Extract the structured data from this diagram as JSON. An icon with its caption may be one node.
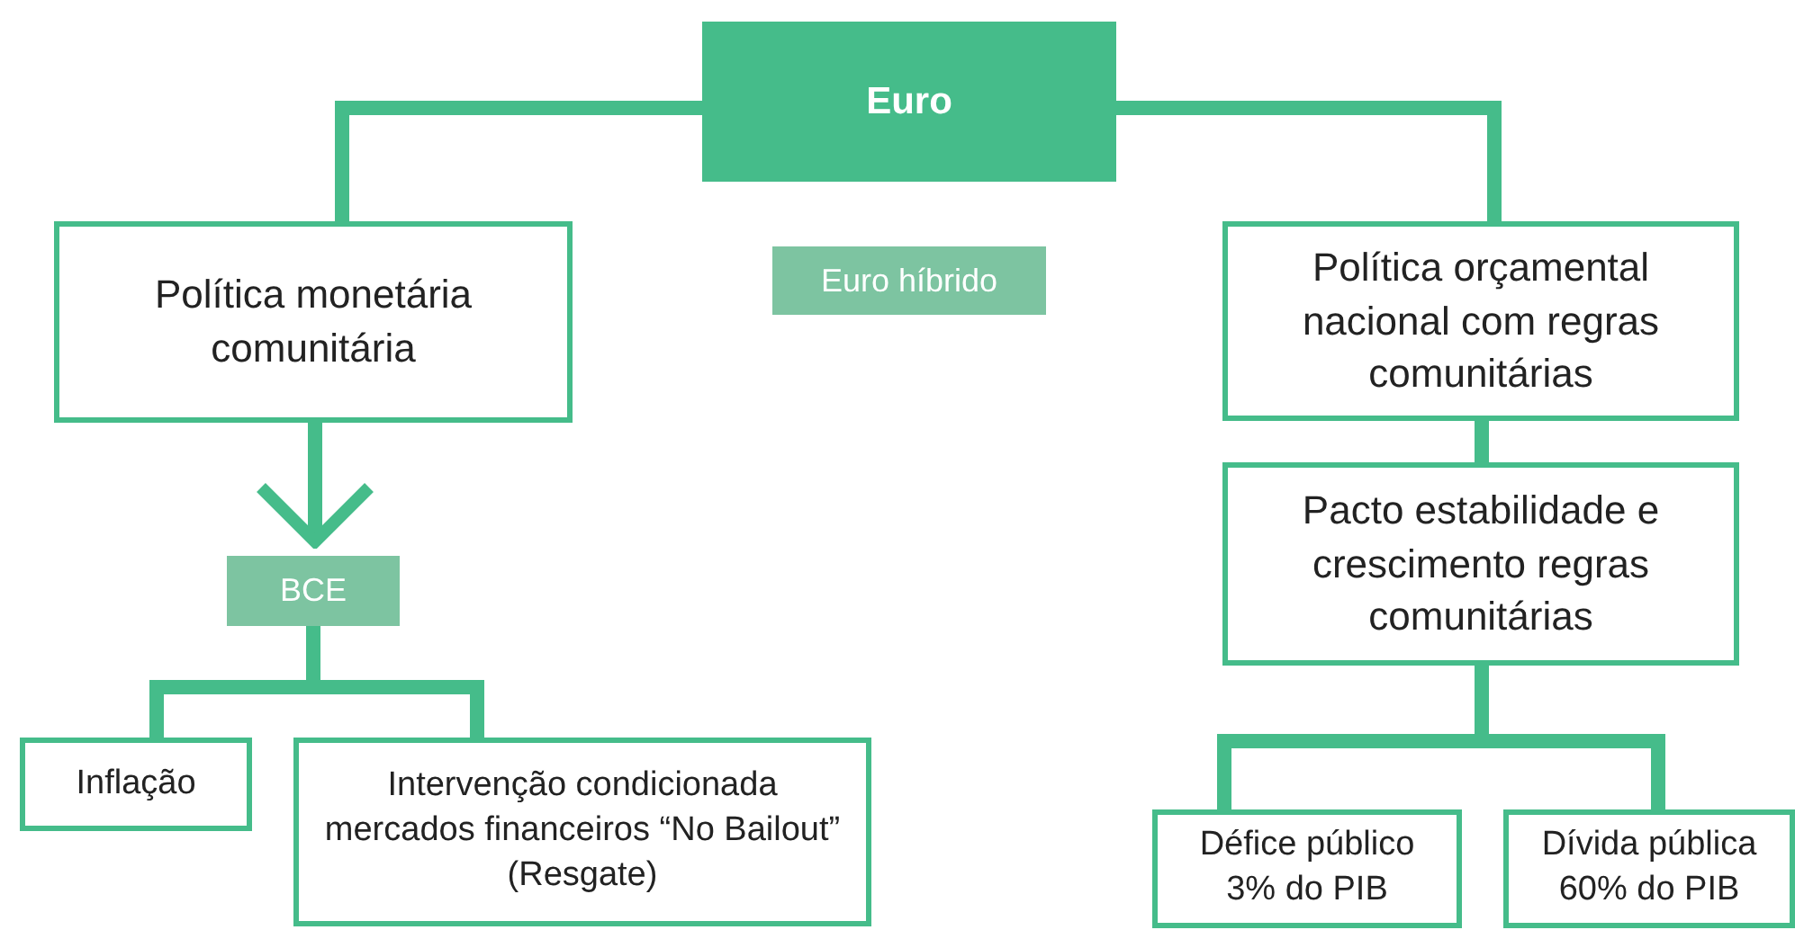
{
  "diagram": {
    "nodes": [
      {
        "text": [
          "Euro"
        ]
      },
      {
        "text": [
          "Euro híbrido"
        ]
      },
      {
        "text": [
          "Política monetária comunitária"
        ]
      },
      {
        "text": [
          "Política orçamental nacional com regras comunitárias"
        ]
      },
      {
        "text": [
          "Pacto estabilidade e crescimento regras comunitárias"
        ]
      },
      {
        "text": [
          "BCE"
        ]
      },
      {
        "text": [
          "Inflação"
        ]
      },
      {
        "text": [
          "Intervenção condicionada mercados financeiros “No Bailout” (Resgate)"
        ]
      },
      {
        "text": [
          "Défice público 3% do PIB"
        ]
      },
      {
        "text": [
          "Dívida pública 60% do PIB"
        ]
      }
    ],
    "edges": [
      {
        "from": 0,
        "to": 2,
        "arrow": "none"
      },
      {
        "from": 0,
        "to": 3,
        "arrow": "none"
      },
      {
        "from": 2,
        "to": 5,
        "arrow": "to"
      },
      {
        "from": 3,
        "to": 4,
        "arrow": "none"
      },
      {
        "from": 5,
        "to": 6,
        "arrow": "none"
      },
      {
        "from": 5,
        "to": 7,
        "arrow": "none"
      },
      {
        "from": 4,
        "to": 8,
        "arrow": "none"
      },
      {
        "from": 4,
        "to": 9,
        "arrow": "none"
      }
    ]
  }
}
